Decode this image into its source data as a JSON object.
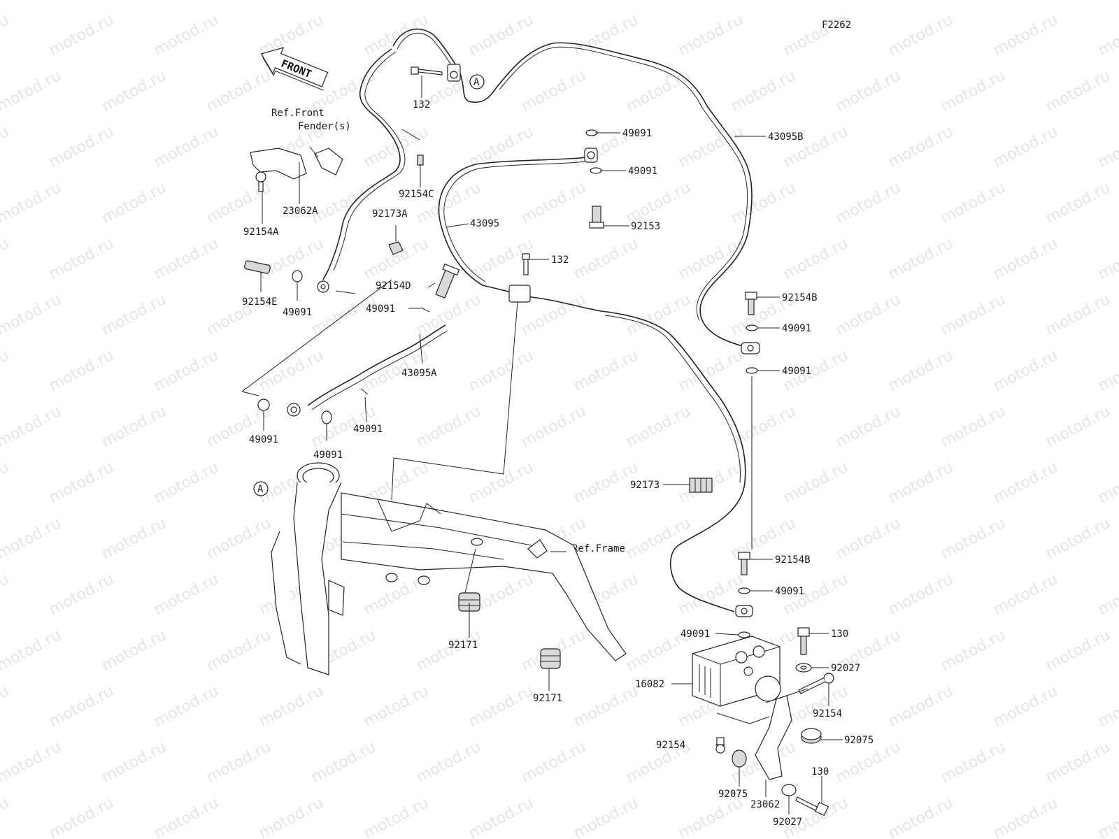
{
  "figure_id": "F2262",
  "front_label": "FRONT",
  "watermark": "motod.ru",
  "callout_a": "A",
  "ref_labels": {
    "front_fender": "Ref.Front\nFender(s)",
    "frame": "Ref.Frame"
  },
  "parts": [
    {
      "id": "p132_top",
      "text": "132"
    },
    {
      "id": "p43095B",
      "text": "43095B"
    },
    {
      "id": "p49091_a",
      "text": "49091"
    },
    {
      "id": "p49091_b",
      "text": "49091"
    },
    {
      "id": "p92153",
      "text": "92153"
    },
    {
      "id": "p43095",
      "text": "43095"
    },
    {
      "id": "p132_mid",
      "text": "132"
    },
    {
      "id": "p92154C",
      "text": "92154C"
    },
    {
      "id": "p92173A",
      "text": "92173A"
    },
    {
      "id": "p23062A",
      "text": "23062A"
    },
    {
      "id": "p92154A",
      "text": "92154A"
    },
    {
      "id": "p92154E",
      "text": "92154E"
    },
    {
      "id": "p49091_c",
      "text": "49091"
    },
    {
      "id": "p92154D",
      "text": "92154D"
    },
    {
      "id": "p49091_d",
      "text": "49091"
    },
    {
      "id": "p43095A",
      "text": "43095A"
    },
    {
      "id": "p49091_e",
      "text": "49091"
    },
    {
      "id": "p49091_f",
      "text": "49091"
    },
    {
      "id": "p49091_g",
      "text": "49091"
    },
    {
      "id": "p92154B_a",
      "text": "92154B"
    },
    {
      "id": "p49091_h",
      "text": "49091"
    },
    {
      "id": "p49091_i",
      "text": "49091"
    },
    {
      "id": "p92173",
      "text": "92173"
    },
    {
      "id": "p92154B_b",
      "text": "92154B"
    },
    {
      "id": "p49091_j",
      "text": "49091"
    },
    {
      "id": "p49091_k",
      "text": "49091"
    },
    {
      "id": "p130_a",
      "text": "130"
    },
    {
      "id": "p92027_a",
      "text": "92027"
    },
    {
      "id": "p16082",
      "text": "16082"
    },
    {
      "id": "p92154_a",
      "text": "92154"
    },
    {
      "id": "p92075_a",
      "text": "92075"
    },
    {
      "id": "p92154_b",
      "text": "92154"
    },
    {
      "id": "p92075_b",
      "text": "92075"
    },
    {
      "id": "p130_b",
      "text": "130"
    },
    {
      "id": "p23062",
      "text": "23062"
    },
    {
      "id": "p92027_b",
      "text": "92027"
    },
    {
      "id": "p92171_a",
      "text": "92171"
    },
    {
      "id": "p92171_b",
      "text": "92171"
    }
  ]
}
